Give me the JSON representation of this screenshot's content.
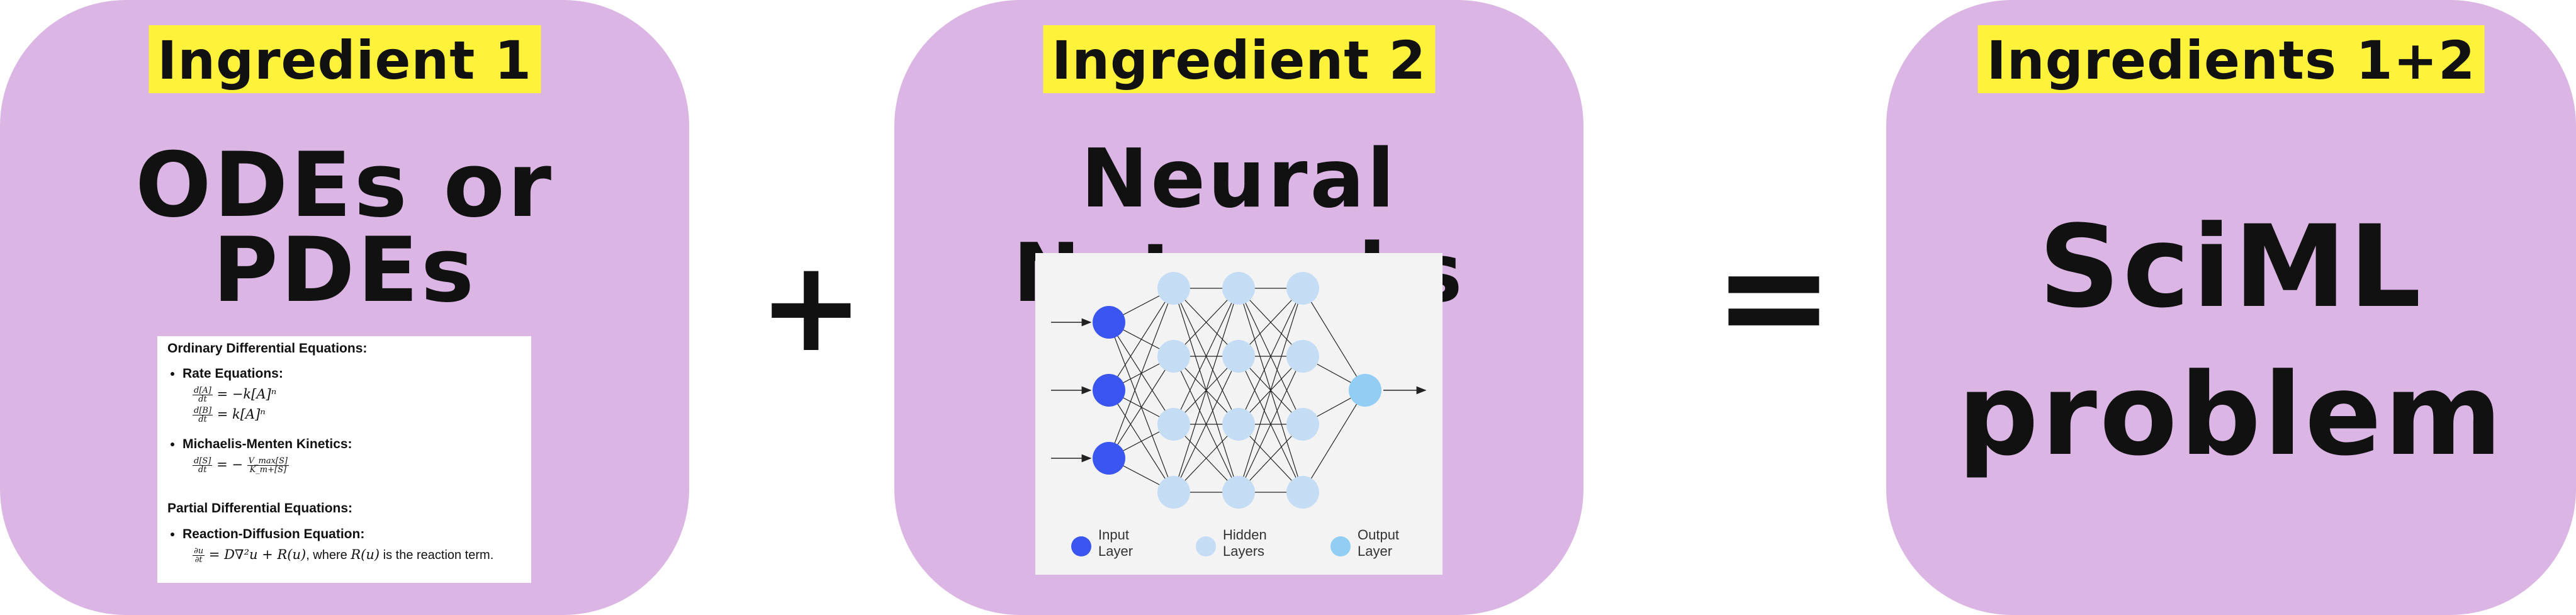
{
  "ingredient1": {
    "tag": "Ingredient 1",
    "title_line1": "ODEs or",
    "title_line2": "PDEs",
    "panel": {
      "ode_heading": "Ordinary Differential Equations:",
      "rate_label": "Rate Equations:",
      "rate_eq1_lhs_num": "d[A]",
      "rate_eq1_lhs_den": "dt",
      "rate_eq1_rhs": "= −k[A]ⁿ",
      "rate_eq2_lhs_num": "d[B]",
      "rate_eq2_lhs_den": "dt",
      "rate_eq2_rhs": "= k[A]ⁿ",
      "mm_label": "Michaelis-Menten Kinetics:",
      "mm_lhs_num": "d[S]",
      "mm_lhs_den": "dt",
      "mm_mid": "= −",
      "mm_rhs_num": "V_max[S]",
      "mm_rhs_den": "K_m+[S]",
      "pde_heading": "Partial Differential Equations:",
      "rd_label": "Reaction-Diffusion Equation:",
      "rd_lhs_num": "∂u",
      "rd_lhs_den": "∂t",
      "rd_rhs": "= D∇²u + R(u)",
      "rd_tail": ", where ",
      "rd_tail_math": "R(u)",
      "rd_tail_end": " is the reaction term."
    }
  },
  "plus_symbol": "+",
  "ingredient2": {
    "tag": "Ingredient 2",
    "title": "Neural Networks",
    "legend": {
      "input": [
        "Input",
        "Layer"
      ],
      "hidden": [
        "Hidden",
        "Layers"
      ],
      "output": [
        "Output",
        "Layer"
      ]
    },
    "colors": {
      "input": "#3b55f0",
      "hidden": "#c4dcf4",
      "output": "#92cdf4"
    }
  },
  "equals_symbol": "=",
  "result": {
    "tag": "Ingredients 1+2",
    "title_line1": "SciML",
    "title_line2": "problem"
  },
  "colors": {
    "card": "#dbb6e4",
    "highlight": "#fff23a"
  }
}
